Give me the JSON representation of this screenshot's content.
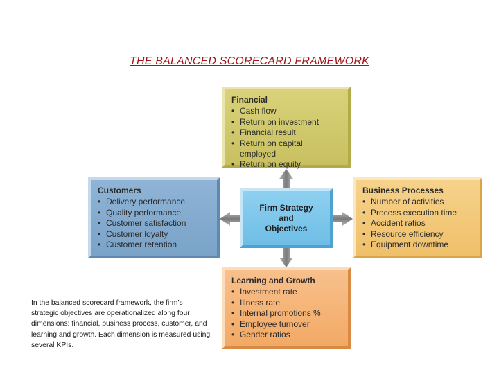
{
  "title": "THE BALANCED SCORECARD FRAMEWORK",
  "center": {
    "line1": "Firm Strategy",
    "line2": "and",
    "line3": "Objectives"
  },
  "financial": {
    "head": "Financial",
    "items": [
      "Cash flow",
      "Return on investment",
      "Financial result",
      "Return on capital employed",
      "Return on equity"
    ]
  },
  "customers": {
    "head": "Customers",
    "items": [
      "Delivery performance",
      "Quality performance",
      "Customer satisfaction",
      "Customer loyalty",
      "Customer retention"
    ]
  },
  "business": {
    "head": "Business Processes",
    "items": [
      "Number of activities",
      "Process execution time",
      "Accident ratios",
      "Resource efficiency",
      "Equipment downtime"
    ]
  },
  "learning": {
    "head": "Learning and Growth",
    "items": [
      "Investment rate",
      "Illness rate",
      "Internal promotions %",
      "Employee turnover",
      "Gender ratios"
    ]
  },
  "dotted": "……",
  "description": "In the balanced scorecard framework, the firm’s strategic objectives are operationalized along four dimensions: financial, business process, customer, and learning and growth. Each dimension is measured using several KPIs.",
  "colors": {
    "title": "#a01416",
    "financial": "#d1c96c",
    "customers": "#85acd0",
    "business": "#f3c97a",
    "learning": "#f5b578",
    "center": "#7ec6eb",
    "arrow": "#8a8a8a"
  }
}
